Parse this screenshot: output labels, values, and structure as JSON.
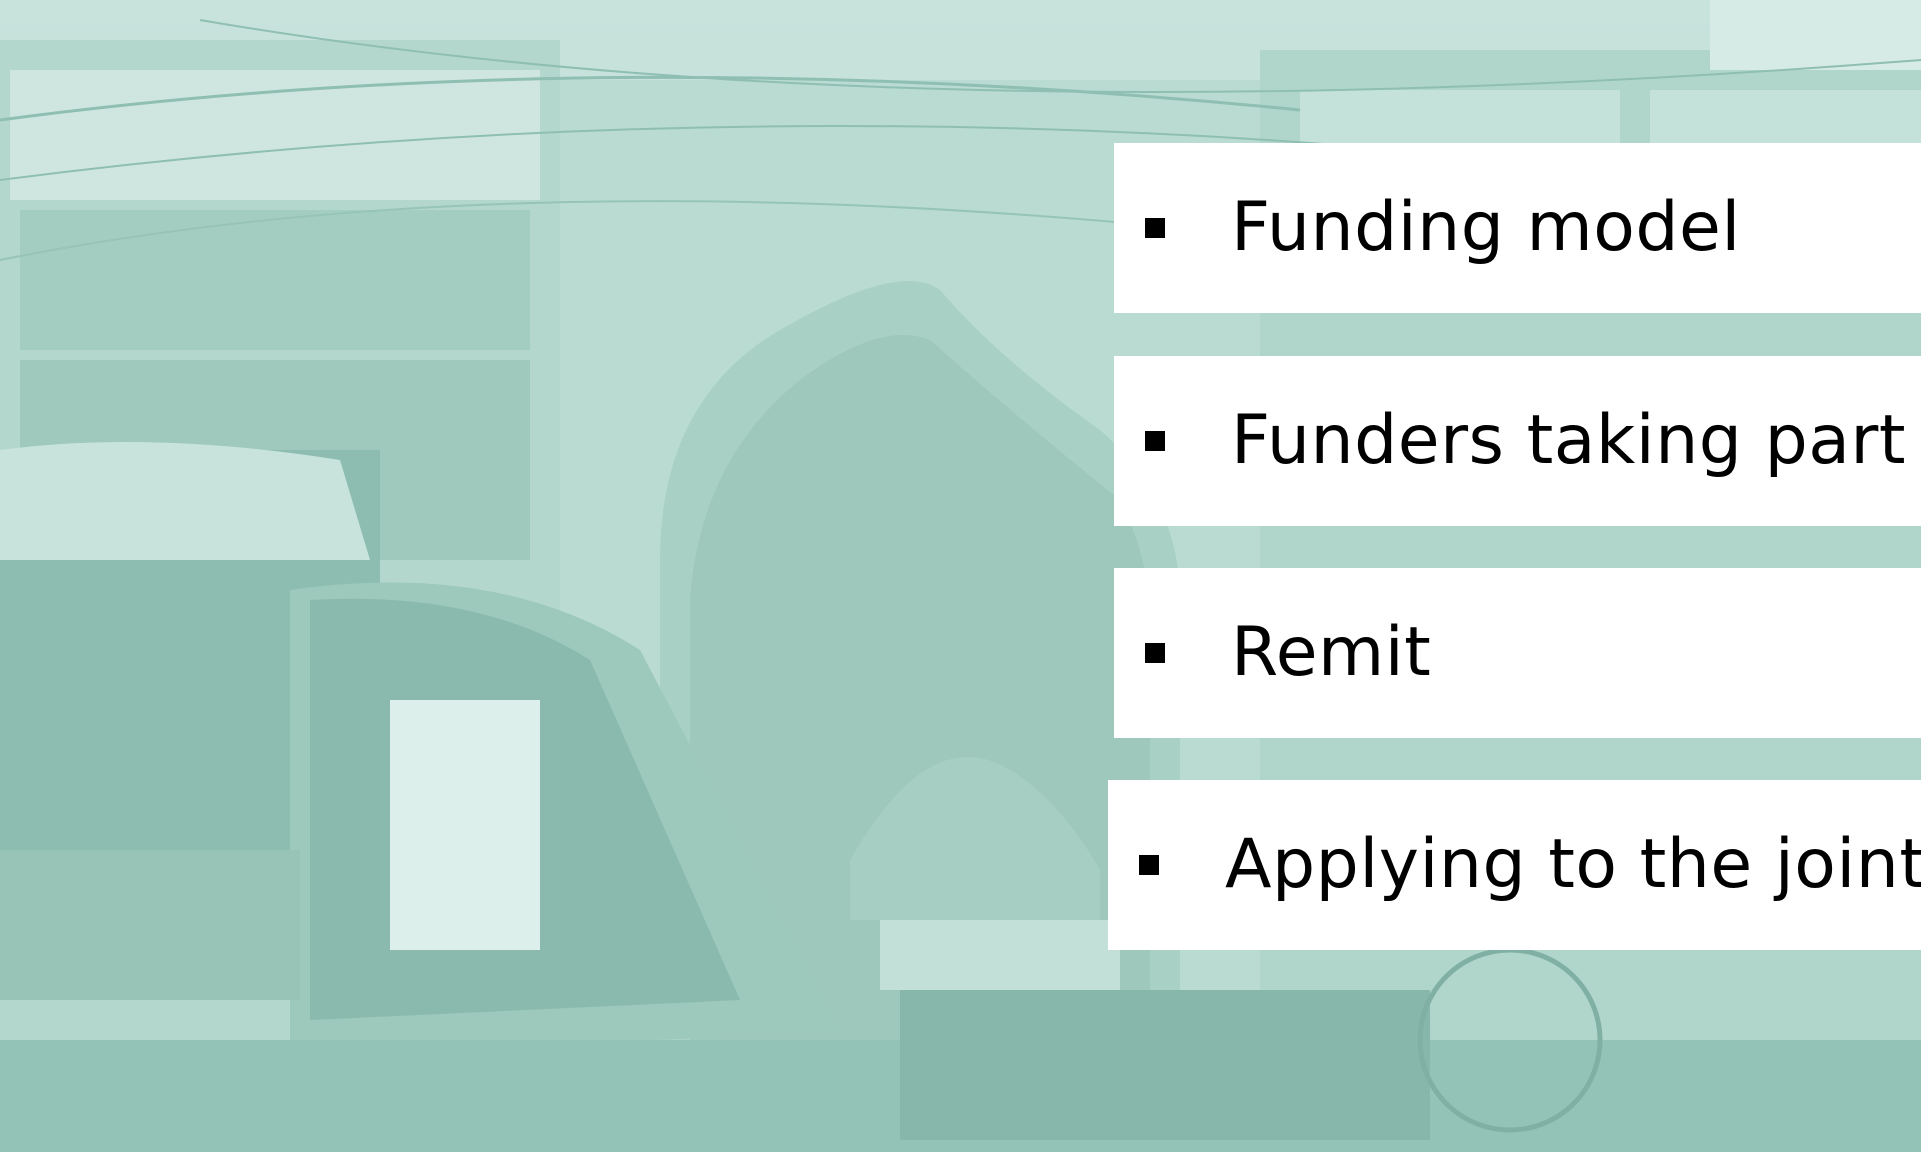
{
  "slide": {
    "bullets": [
      {
        "label": "Funding model"
      },
      {
        "label": "Funders taking part"
      },
      {
        "label": "Remit"
      },
      {
        "label": "Applying to the joint"
      }
    ]
  },
  "colors": {
    "photo_tint": "#a9d2c7",
    "box_fill": "#ffffff",
    "text": "#000000"
  },
  "icons": {
    "bullet_marker": "square-bullet-icon"
  }
}
